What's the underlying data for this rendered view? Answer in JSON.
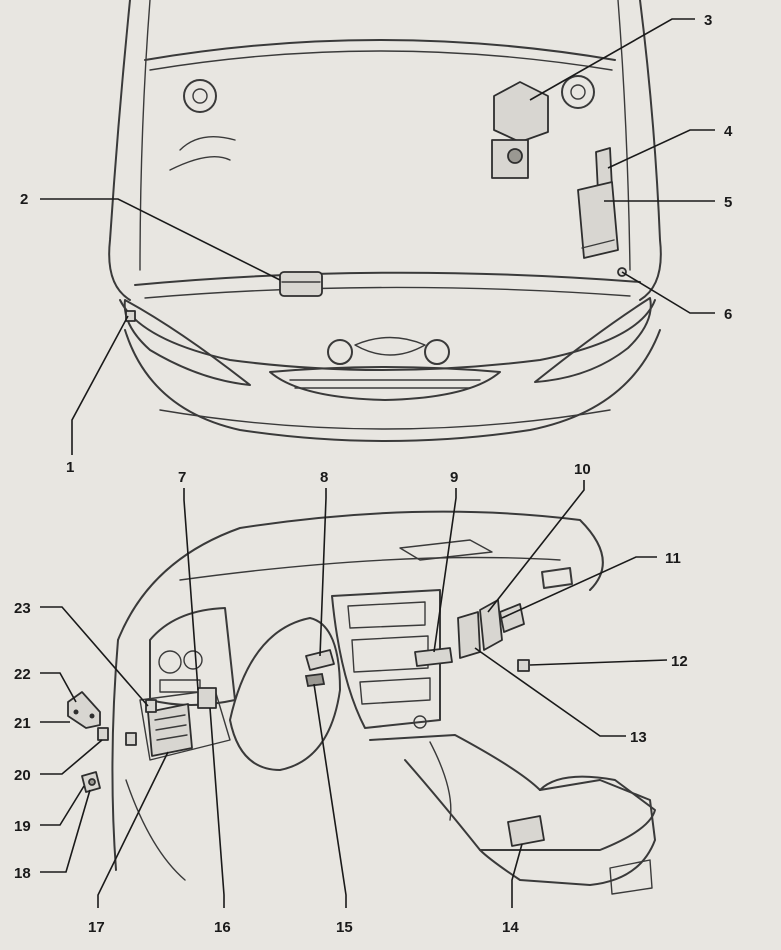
{
  "diagram": {
    "callouts": [
      {
        "id": "1",
        "label": "1"
      },
      {
        "id": "2",
        "label": "2"
      },
      {
        "id": "3",
        "label": "3"
      },
      {
        "id": "4",
        "label": "4"
      },
      {
        "id": "5",
        "label": "5"
      },
      {
        "id": "6",
        "label": "6"
      },
      {
        "id": "7",
        "label": "7"
      },
      {
        "id": "8",
        "label": "8"
      },
      {
        "id": "9",
        "label": "9"
      },
      {
        "id": "10",
        "label": "10"
      },
      {
        "id": "11",
        "label": "11"
      },
      {
        "id": "12",
        "label": "12"
      },
      {
        "id": "13",
        "label": "13"
      },
      {
        "id": "14",
        "label": "14"
      },
      {
        "id": "15",
        "label": "15"
      },
      {
        "id": "16",
        "label": "16"
      },
      {
        "id": "17",
        "label": "17"
      },
      {
        "id": "18",
        "label": "18"
      },
      {
        "id": "19",
        "label": "19"
      },
      {
        "id": "20",
        "label": "20"
      },
      {
        "id": "21",
        "label": "21"
      },
      {
        "id": "22",
        "label": "22"
      },
      {
        "id": "23",
        "label": "23"
      }
    ]
  }
}
